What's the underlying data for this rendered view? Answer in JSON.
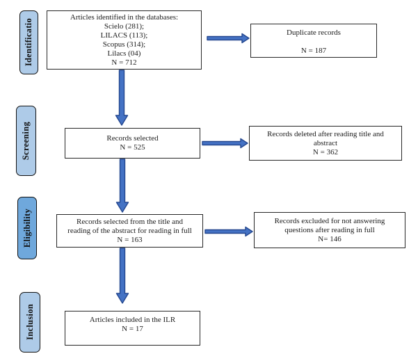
{
  "stages": [
    {
      "label": "Identificatio"
    },
    {
      "label": "Screening"
    },
    {
      "label": "Eligibility"
    },
    {
      "label": "Inclusion"
    }
  ],
  "boxes": {
    "identified": {
      "lines": [
        "Articles identified in the databases:",
        "Scielo (281);",
        "LILACS (113);",
        "Scopus (314);",
        "Lilacs (04)",
        "N = 712"
      ]
    },
    "duplicate": {
      "lines": [
        "Duplicate records",
        "N = 187"
      ]
    },
    "selected": {
      "lines": [
        "Records selected",
        "N = 525"
      ]
    },
    "deleted": {
      "lines": [
        "Records deleted after reading title and",
        "abstract",
        "N = 362"
      ]
    },
    "fullread": {
      "lines": [
        "Records selected from the title and",
        "reading of the abstract for reading in full",
        "N = 163"
      ]
    },
    "excluded": {
      "lines": [
        "Records excluded for not answering",
        "questions after reading in full",
        "N= 146"
      ]
    },
    "included": {
      "lines": [
        "Articles included in the ILR",
        "N = 17"
      ]
    }
  },
  "colors": {
    "background": "#ffffff",
    "stage_fill": "#aecbe8",
    "stage_fill_eligibility": "#6fa8dc",
    "stage_border": "#111111",
    "box_border": "#262626",
    "arrow_fill": "#4472c4",
    "arrow_stroke": "#24478f"
  }
}
